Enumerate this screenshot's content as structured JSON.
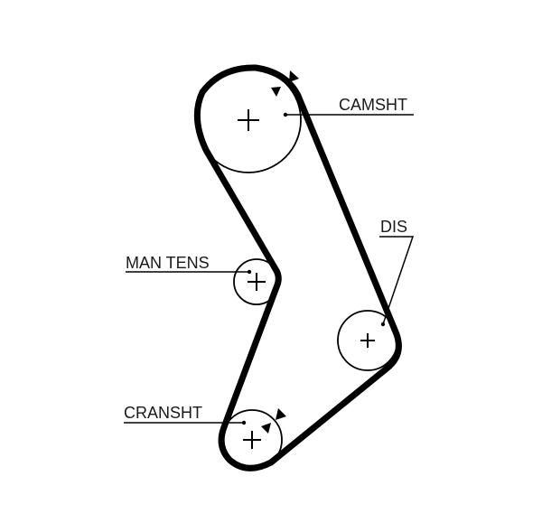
{
  "labels": {
    "camshaft": "CAMSHT",
    "distributor": "DIS",
    "manual_tensioner": "MAN TENS",
    "crankshaft": "CRANSHT"
  },
  "colors": {
    "belt": "#000000",
    "background": "#ffffff"
  }
}
